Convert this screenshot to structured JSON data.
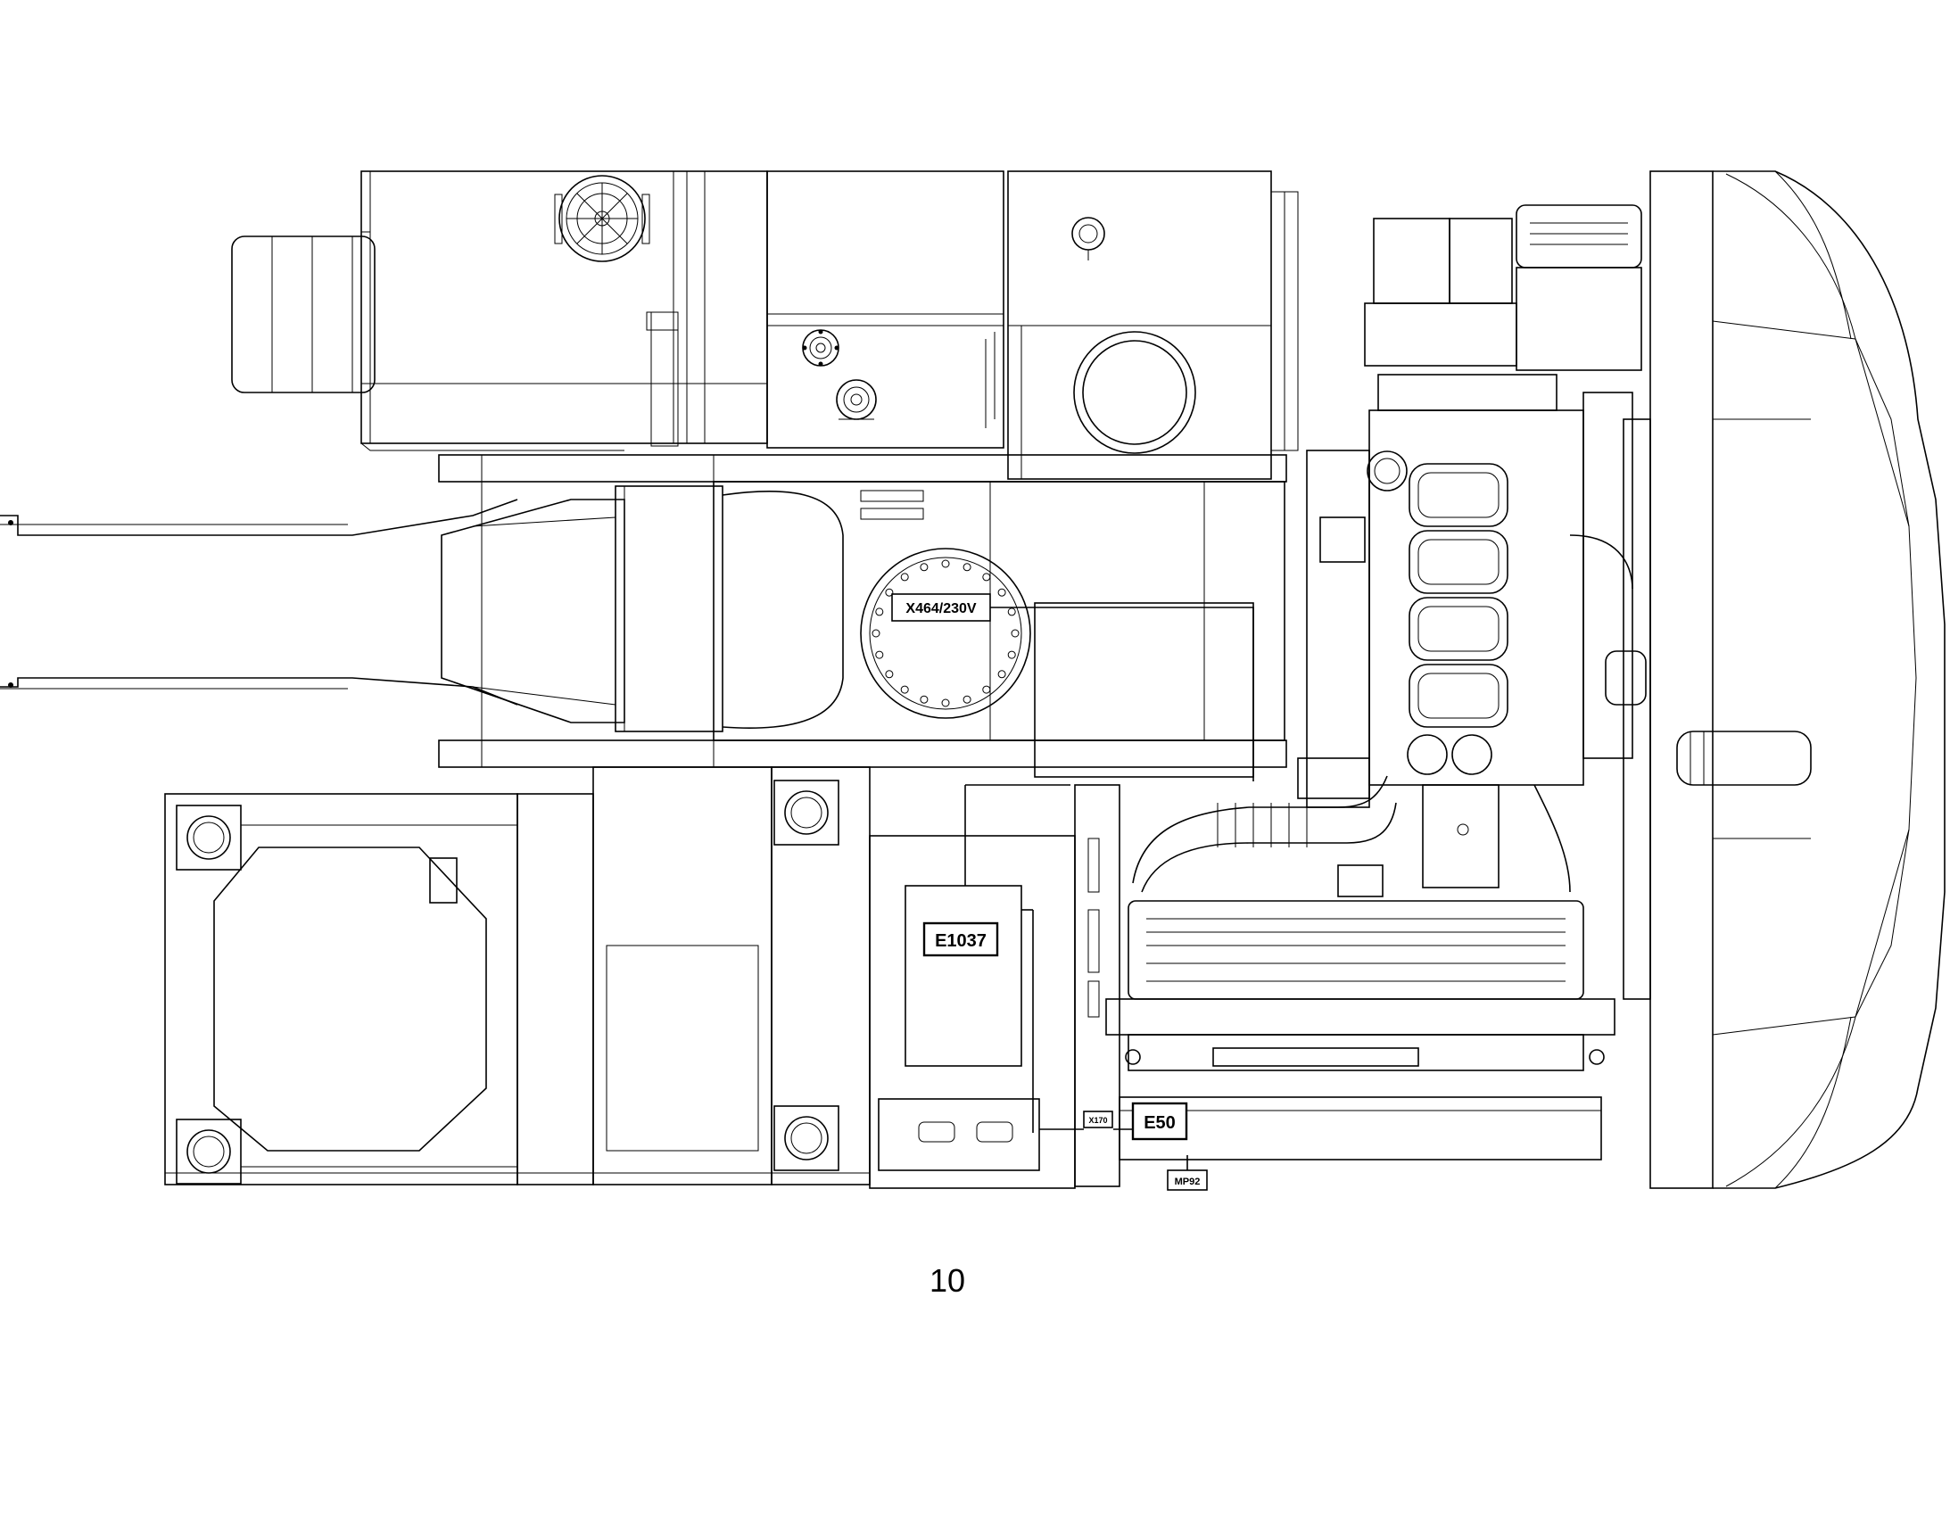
{
  "labels": {
    "x464": "X464/230V",
    "e1037": "E1037",
    "x170": "X170",
    "e50": "E50",
    "mp92": "MP92"
  },
  "page_number": "10"
}
